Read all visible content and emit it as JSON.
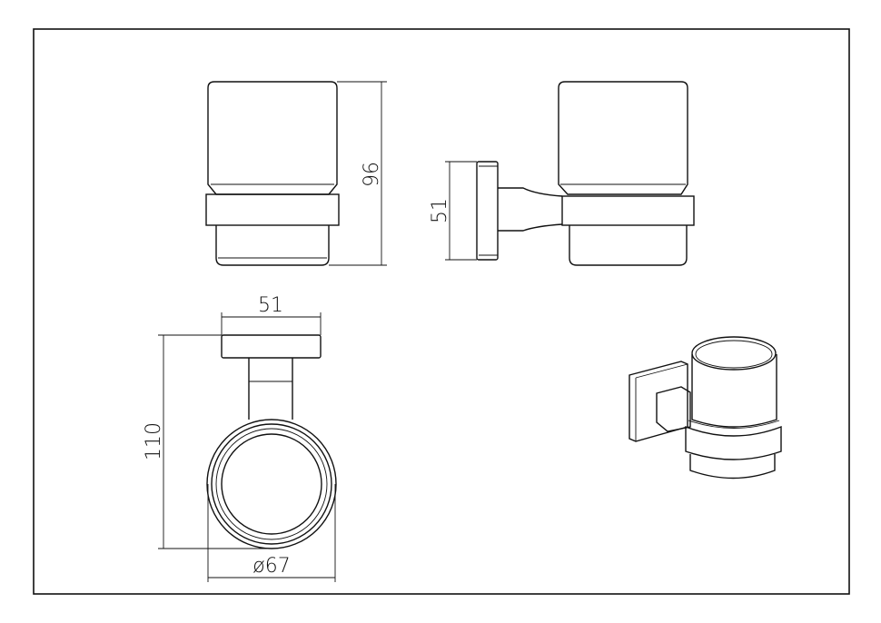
{
  "drawing": {
    "title": "Tumbler holder technical drawing",
    "dimensions": {
      "front_height": "96",
      "side_plate_height": "51",
      "top_plate_width": "51",
      "top_depth": "110",
      "cup_diameter": "ø67"
    }
  }
}
